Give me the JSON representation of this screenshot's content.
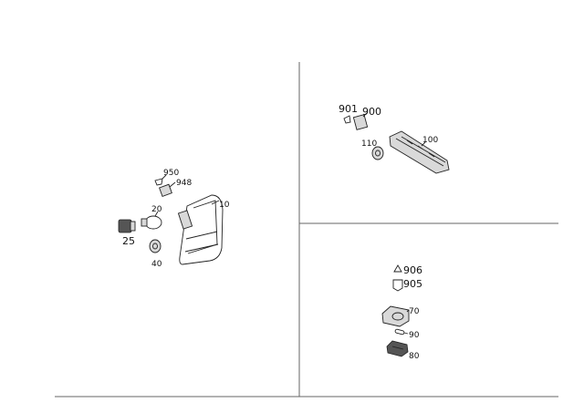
{
  "diagram": {
    "labels": {
      "p950": "950",
      "p948": "948",
      "p10": "10",
      "p20": "20",
      "p25": "25",
      "p40": "40",
      "p901": "901",
      "p900": "900",
      "p100": "100",
      "p110": "110",
      "p906": "906",
      "p905": "905",
      "p70": "70",
      "p90": "90",
      "p80": "80"
    }
  }
}
